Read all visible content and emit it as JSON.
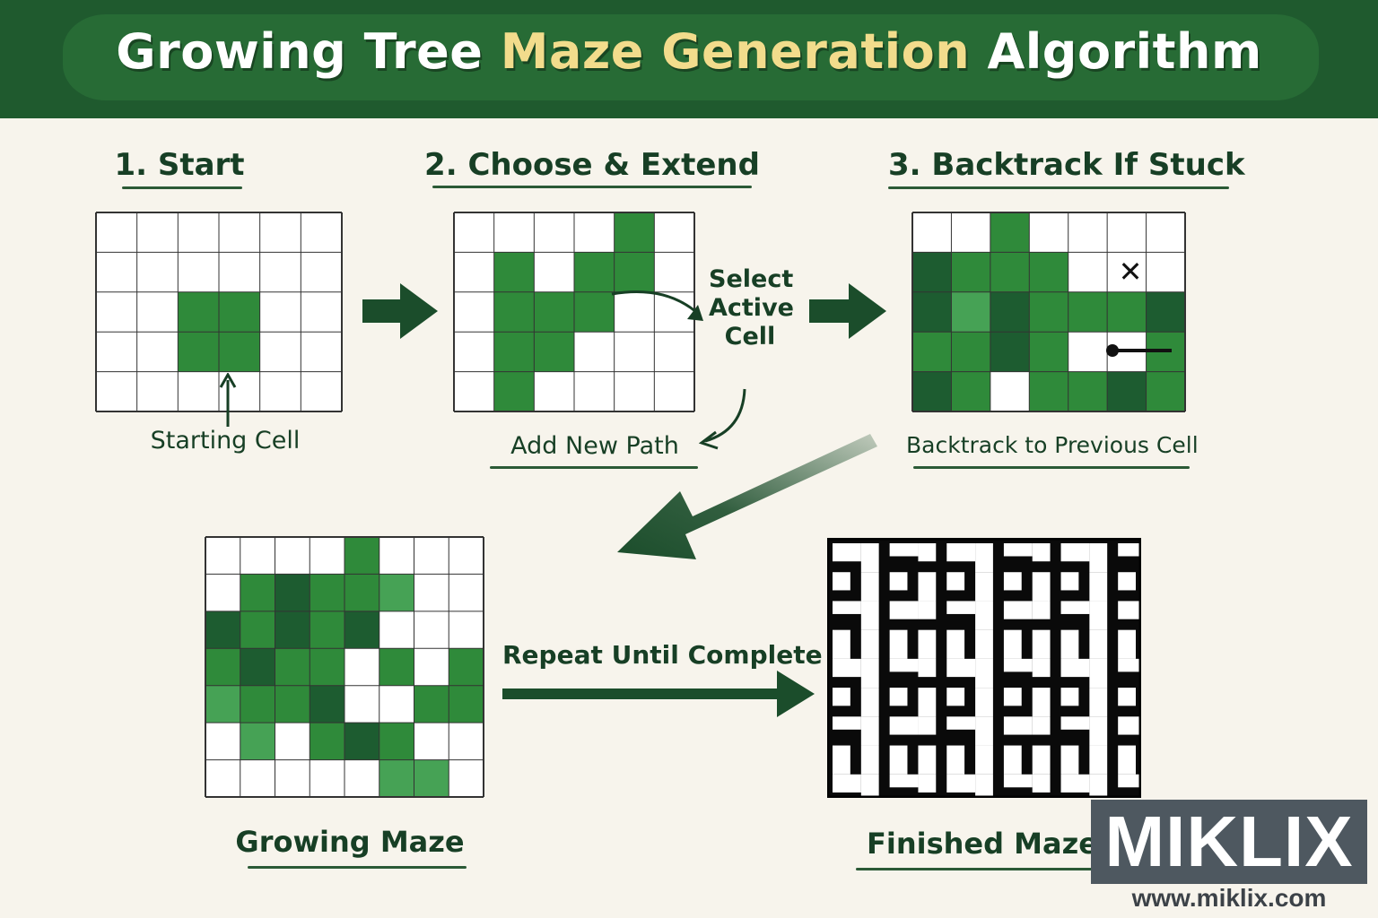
{
  "header": {
    "title_part1": "Growing Tree ",
    "title_highlight": "Maze Generation",
    "title_part3": " Algorithm"
  },
  "steps": [
    {
      "title": "1. Start",
      "caption": "Starting Cell"
    },
    {
      "title": "2. Choose & Extend",
      "caption": "Add New Path",
      "annotation_line1": "Select",
      "annotation_line2": "Active",
      "annotation_line3": "Cell"
    },
    {
      "title": "3. Backtrack If Stuck",
      "caption": "Backtrack to Previous Cell",
      "stuck_mark": "✕"
    }
  ],
  "bottom": {
    "growing_caption": "Growing Maze",
    "repeat_label": "Repeat Until Complete",
    "finished_caption": "Finished Maze"
  },
  "watermark": {
    "brand": "MIKLIX",
    "url": "www.miklix.com"
  },
  "colors": {
    "banner": "#1f5a2e",
    "path_green": "#2f8a3a",
    "dark_green": "#1d5c30",
    "light_green": "#46a255",
    "highlight": "#f2dc8c",
    "maze_wall": "#0a0a0a"
  }
}
